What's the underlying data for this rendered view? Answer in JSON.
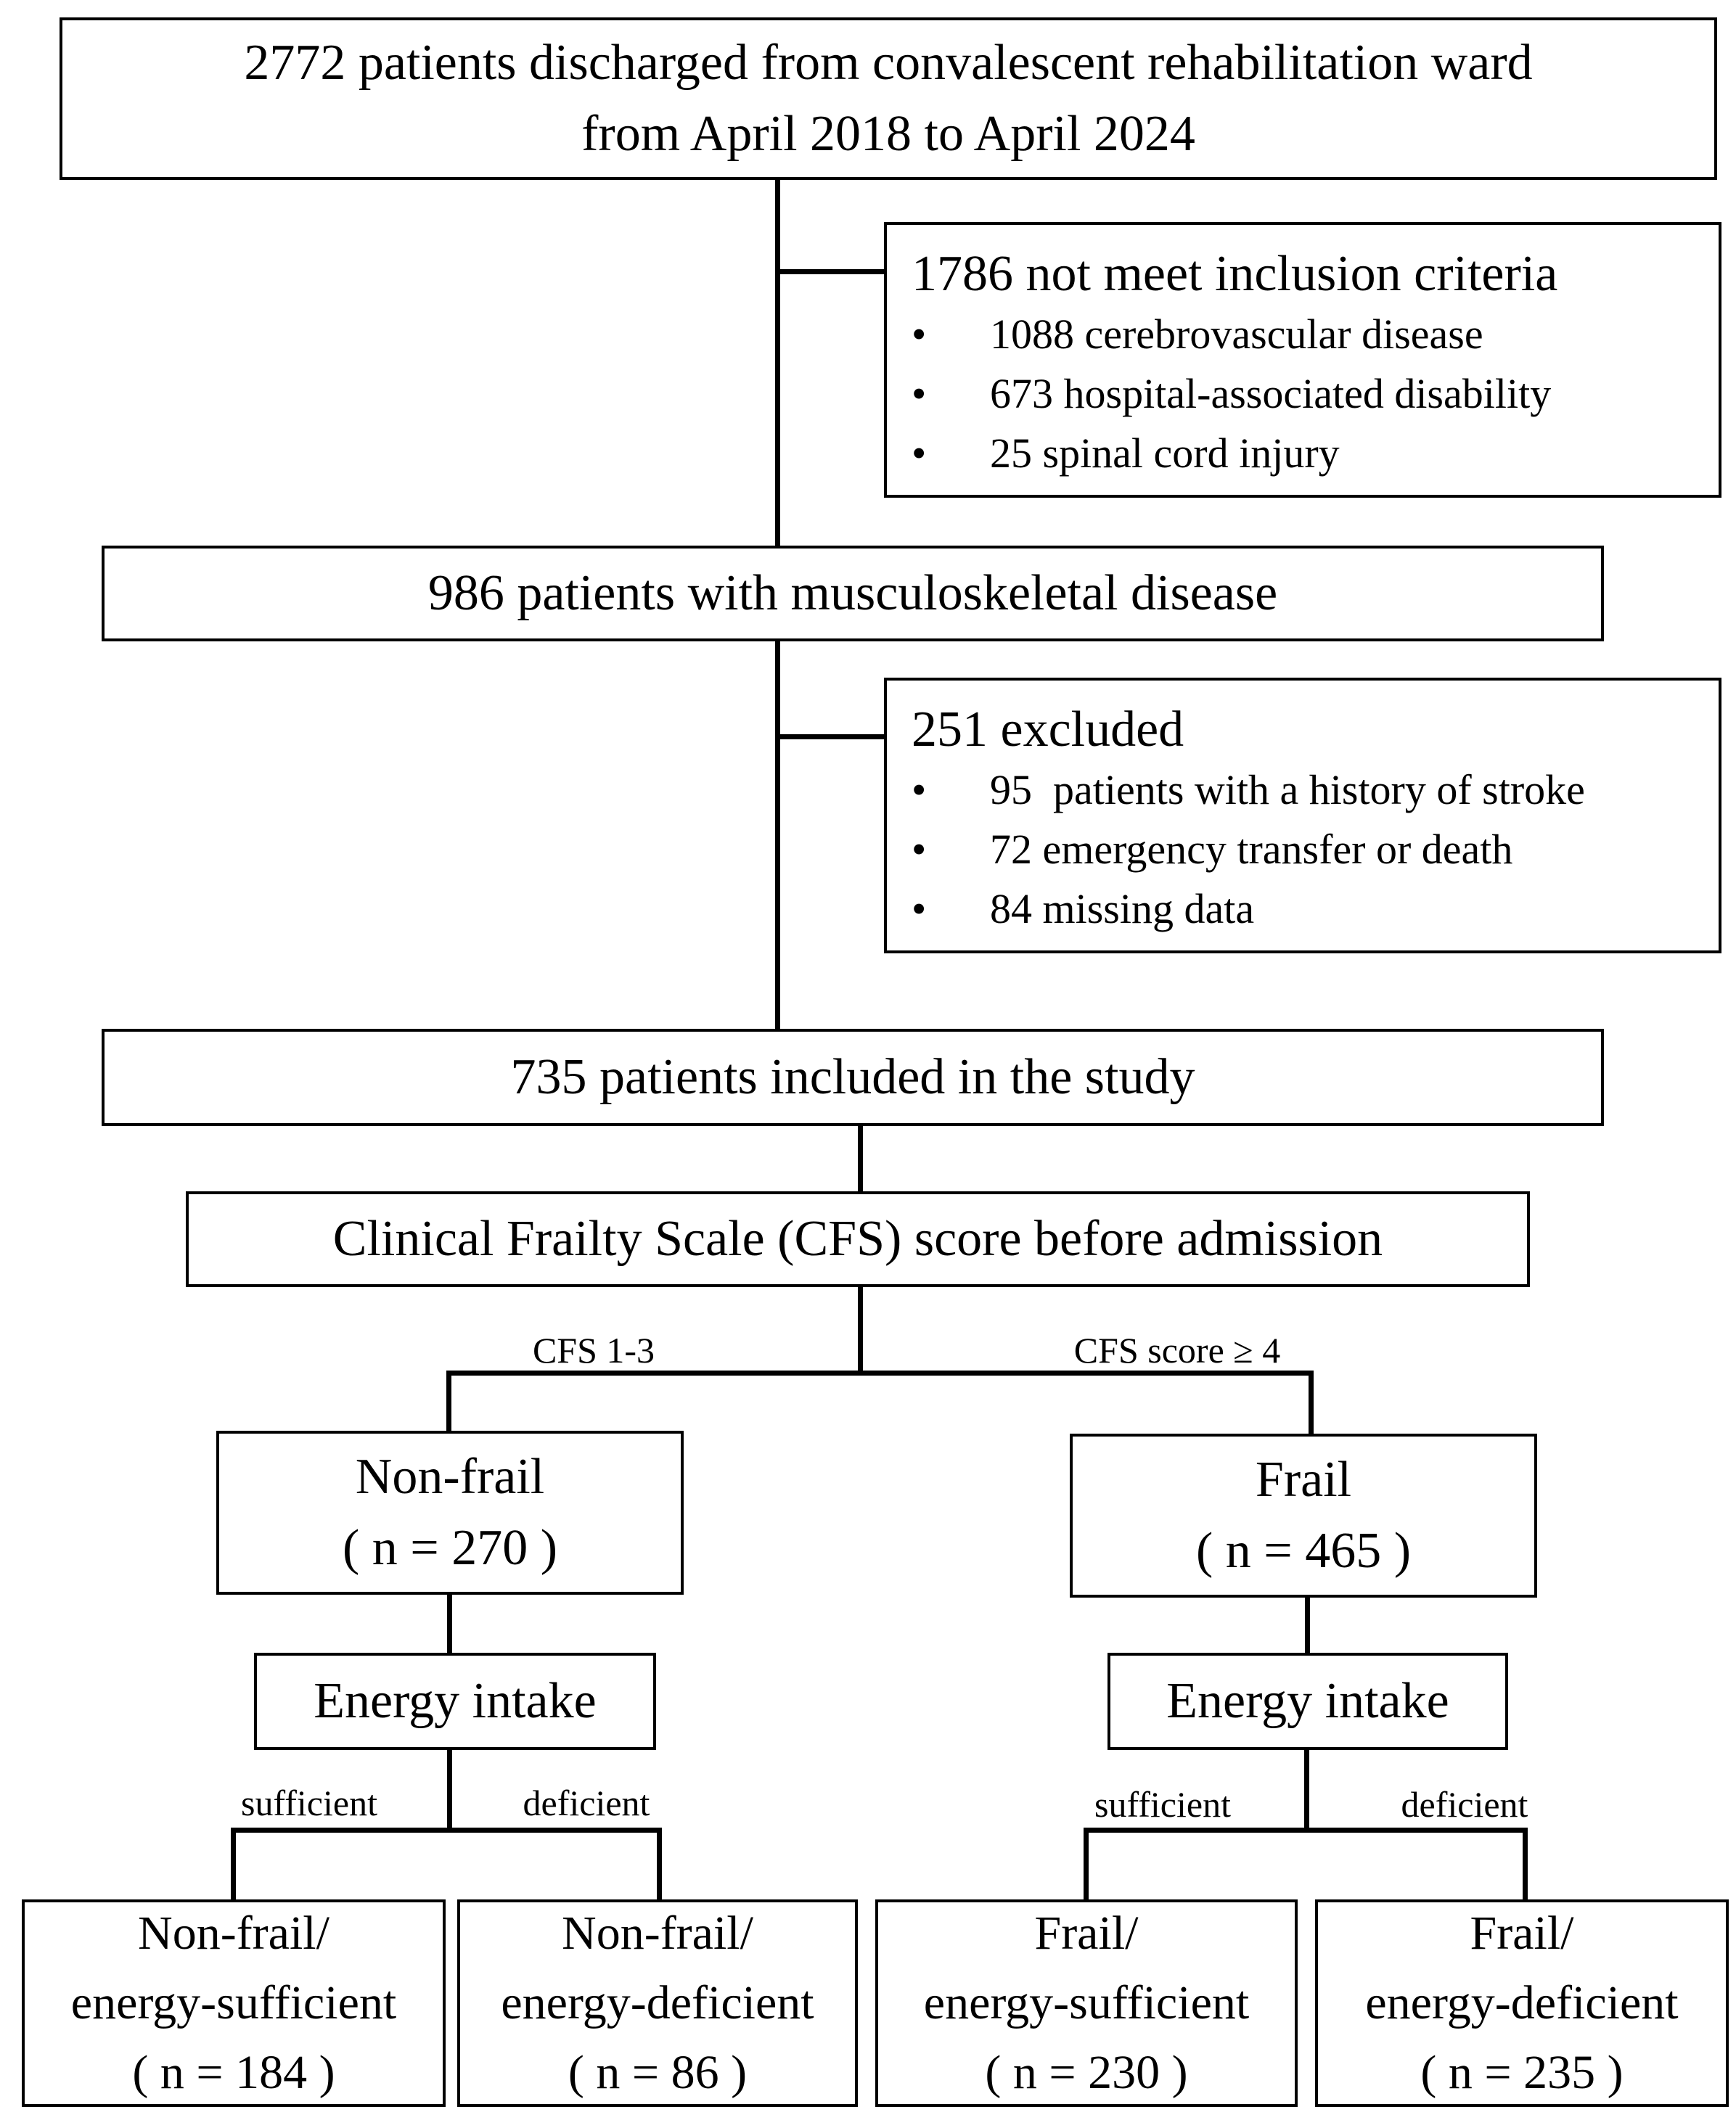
{
  "top": {
    "line1": "2772 patients discharged from convalescent rehabilitation ward",
    "line2": "from April 2018 to April 2024"
  },
  "exclusion1": {
    "heading": "1786 not meet inclusion criteria",
    "items": [
      "1088 cerebrovascular disease",
      "673 hospital-associated disability",
      "25 spinal cord injury"
    ]
  },
  "msk": {
    "text": "986 patients with musculoskeletal disease"
  },
  "exclusion2": {
    "heading": "251 excluded",
    "items": [
      "95  patients with a history of stroke",
      "72 emergency transfer or death",
      "84 missing data"
    ]
  },
  "included": {
    "text": "735 patients included in the study"
  },
  "cfs": {
    "text": "Clinical Frailty Scale (CFS) score before admission"
  },
  "branch_labels": {
    "left": "CFS 1-3",
    "right": "CFS score ≥ 4"
  },
  "nonfrail": {
    "title": "Non-frail",
    "n": "( n = 270 )"
  },
  "frail": {
    "title": "Frail",
    "n": "( n = 465 )"
  },
  "energy": {
    "left": "Energy intake",
    "right": "Energy intake"
  },
  "energy_labels": {
    "sufficient": "sufficient",
    "deficient": "deficient"
  },
  "groups": [
    {
      "line1": "Non-frail/",
      "line2": "energy-sufficient",
      "n": "( n = 184 )"
    },
    {
      "line1": "Non-frail/",
      "line2": "energy-deficient",
      "n": "( n = 86 )"
    },
    {
      "line1": "Frail/",
      "line2": "energy-sufficient",
      "n": "( n = 230 )"
    },
    {
      "line1": "Frail/",
      "line2": "energy-deficient",
      "n": "( n = 235 )"
    }
  ]
}
